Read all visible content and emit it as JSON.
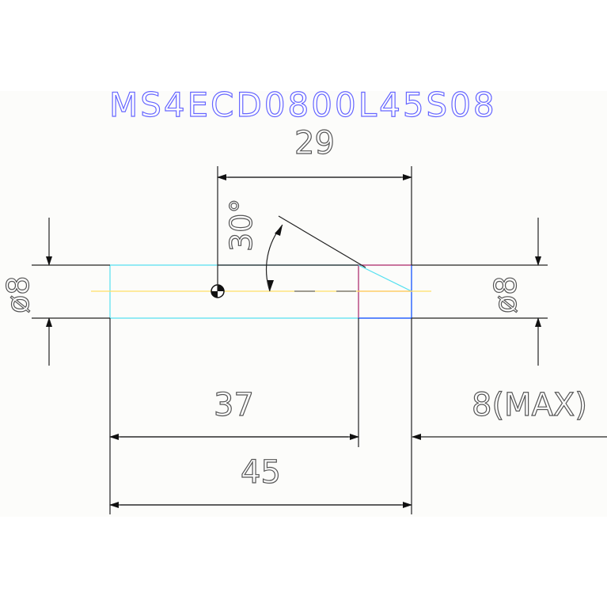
{
  "drawing": {
    "part_number": "MS4ECD0800L45S08",
    "colors": {
      "title": "#6666ff",
      "dimension": "#333333",
      "outline_shank": "#55e0f0",
      "outline_tip": "#0044ff",
      "centerline": "#ffe066",
      "tip_red": "#ff4444",
      "tip_magenta": "#aa2266"
    },
    "dimensions": {
      "top_length": "29",
      "angle": "30°",
      "diameter_left": "ø8",
      "diameter_right": "ø8",
      "length_37": "37",
      "length_45": "45",
      "tip_max": "8(MAX)"
    }
  }
}
